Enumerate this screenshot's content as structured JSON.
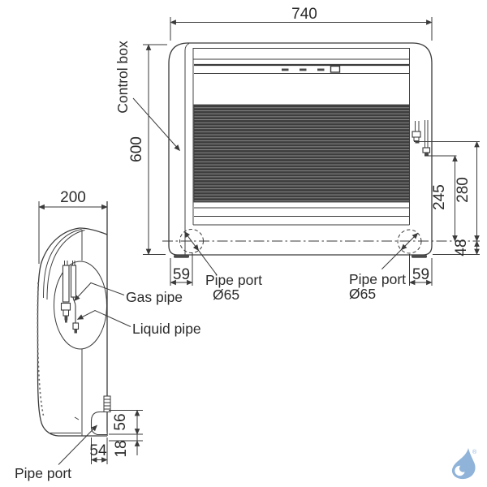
{
  "front_view": {
    "width": "740",
    "height": "600",
    "control_box_label": "Control box",
    "pipe_port_label": "Pipe port",
    "pipe_port_diameter": "Ø65",
    "port_offset_left": "59",
    "port_offset_right": "59",
    "gas_pipe_height": "280",
    "liquid_pipe_height": "245",
    "port_center_height": "48"
  },
  "side_view": {
    "depth": "200",
    "gas_pipe_label": "Gas pipe",
    "liquid_pipe_label": "Liquid pipe",
    "pipe_port_label": "Pipe port",
    "port_width": "54",
    "port_height": "56",
    "port_bottom_offset": "18"
  },
  "logo": {
    "name": "water-drop-logo",
    "registered_mark": "®",
    "color": "#8fb3d9"
  },
  "colors": {
    "line": "#3a3a3a",
    "text": "#2b2b2b",
    "louver_dark": "#3e3e3e",
    "louver_light": "#8f8f8f"
  }
}
